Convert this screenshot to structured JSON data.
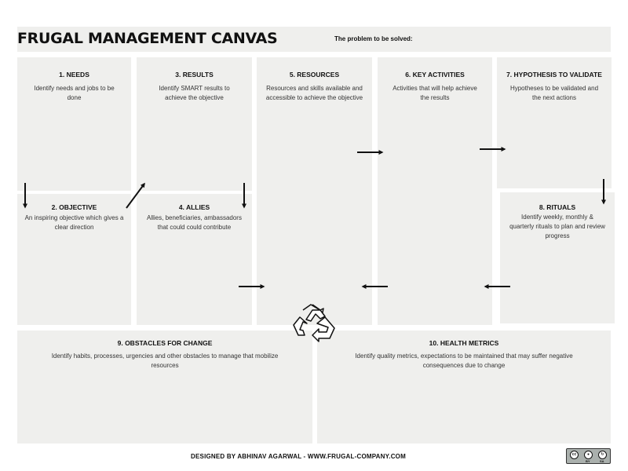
{
  "header": {
    "title": "FRUGAL MANAGEMENT CANVAS",
    "problem_label": "The problem to be solved:"
  },
  "boxes": {
    "needs": {
      "heading": "1. NEEDS",
      "desc": "Identify needs and jobs to be done"
    },
    "objective": {
      "heading": "2. OBJECTIVE",
      "desc": "An inspiring objective which gives a clear direction"
    },
    "results": {
      "heading": "3. RESULTS",
      "desc": "Identify SMART results to achieve the objective"
    },
    "allies": {
      "heading": "4. ALLIES",
      "desc": "Allies, beneficiaries, ambassadors that could could contribute"
    },
    "resources": {
      "heading": "5. RESOURCES",
      "desc": "Resources and skills available and accessible to achieve the objective"
    },
    "key_activities": {
      "heading": "6. KEY ACTIVITIES",
      "desc": "Activities that will help achieve the results"
    },
    "hypothesis": {
      "heading": "7. HYPOTHESIS TO VALIDATE",
      "desc": "Hypotheses to be validated and the next actions"
    },
    "rituals": {
      "heading": "8. RITUALS",
      "desc": "Identify weekly, monthly & quarterly rituals to plan and review progress"
    },
    "obstacles": {
      "heading": "9. OBSTACLES FOR CHANGE",
      "desc": "Identify habits, processes, urgencies and other obstacles to manage that mobilize resources"
    },
    "health_metrics": {
      "heading": "10. HEALTH METRICS",
      "desc": "Identify quality metrics, expectations to be maintained that may suffer negative consequences due to change"
    }
  },
  "footer": {
    "credit": "DESIGNED BY ABHINAV AGARWAL - WWW.FRUGAL-COMPANY.COM"
  },
  "license": {
    "cc": "cc",
    "by": "BY",
    "sa": "SA"
  },
  "icons": {
    "recycle": "recycle-icon",
    "arrow": "arrow-icon"
  },
  "colors": {
    "box_fill": "#efefed",
    "text": "#111111"
  }
}
